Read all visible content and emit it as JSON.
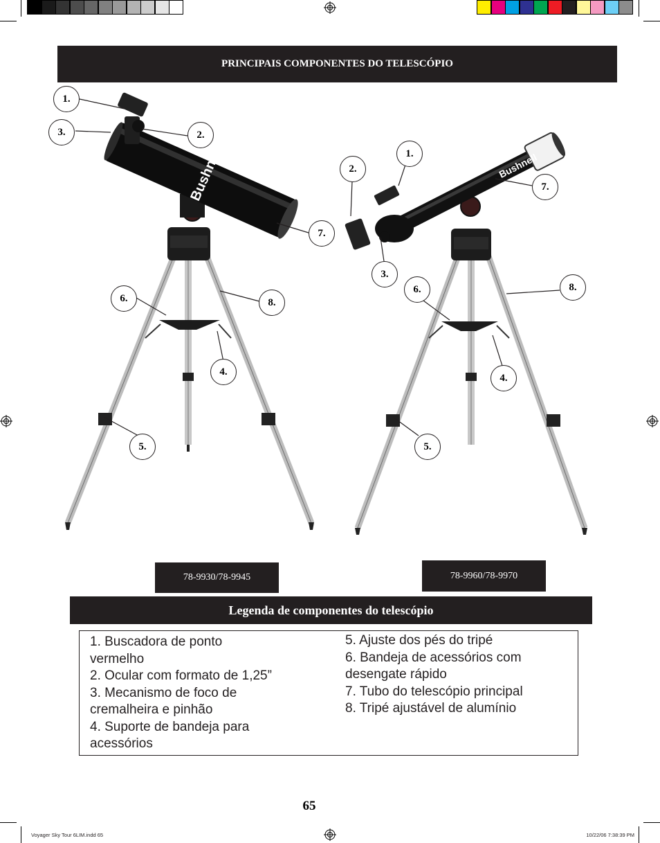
{
  "header": {
    "title": "PRINCIPAIS COMPONENTES DO TELESCÓPIO"
  },
  "colors": {
    "gray_scale": [
      "#000000",
      "#1a1a1a",
      "#333333",
      "#4d4d4d",
      "#666666",
      "#808080",
      "#999999",
      "#b3b3b3",
      "#cccccc",
      "#e6e6e6",
      "#ffffff"
    ],
    "process": [
      "#ffed00",
      "#e6007e",
      "#00a0e3",
      "#2e3192",
      "#00a651",
      "#ed1c24",
      "#231f20",
      "#fff799",
      "#f49ac1",
      "#6dcff6",
      "#8c8c8c"
    ],
    "banner": "#231f20"
  },
  "figure_left": {
    "callouts": [
      "1.",
      "2.",
      "3.",
      "4.",
      "5.",
      "6.",
      "7.",
      "8."
    ],
    "model": "78-9930/78-9945",
    "brand": "Bushnell"
  },
  "figure_right": {
    "callouts": [
      "1.",
      "2.",
      "3.",
      "4.",
      "5.",
      "6.",
      "7.",
      "8."
    ],
    "model": "78-9960/78-9970",
    "brand": "Bushnell"
  },
  "legend": {
    "title": "Legenda de componentes do telescópio",
    "left_items": [
      "1. Buscadora de ponto\nvermelho",
      "2. Ocular com formato de 1,25”",
      "3. Mecanismo de foco de\ncremalheira e pinhão",
      "4. Suporte de bandeja para\nacessórios"
    ],
    "right_items": [
      "5. Ajuste dos pés do tripé",
      "6. Bandeja de acessórios com\ndesengate rápido",
      "7. Tubo do telescópio principal",
      "8. Tripé ajustável de alumínio"
    ]
  },
  "page_number": "65",
  "footer": {
    "file": "Voyager Sky Tour 6LIM.indd   65",
    "timestamp": "10/22/06   7:38:39 PM"
  }
}
